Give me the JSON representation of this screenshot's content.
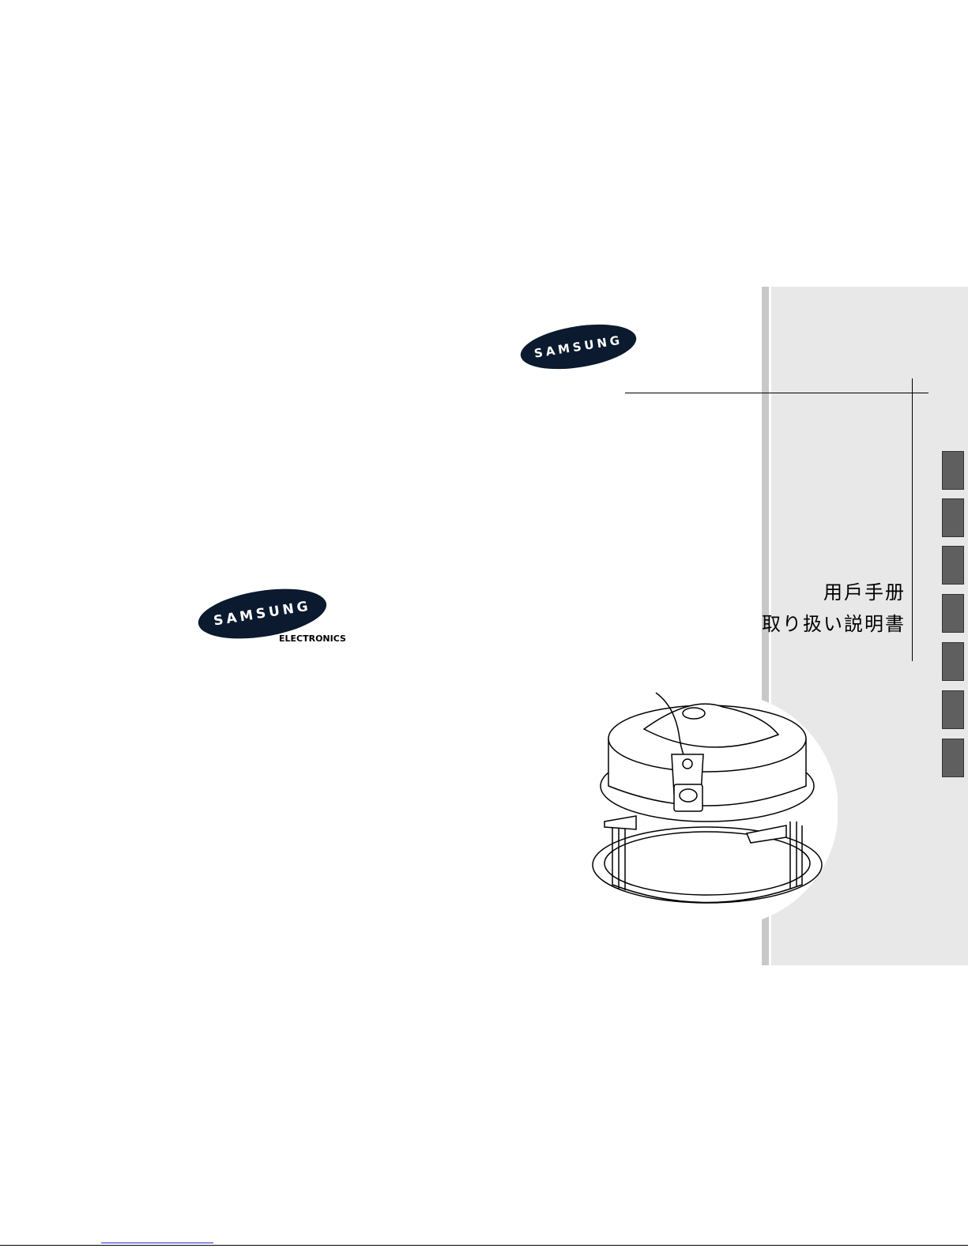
{
  "brand": {
    "logo_text": "SAMSUNG",
    "sub_text": "ELECTRONICS"
  },
  "title": {
    "line1": "用戶手册",
    "line2": "取り扱い説明書"
  },
  "tabs": [
    {
      "index": 1
    },
    {
      "index": 2
    },
    {
      "index": 3
    },
    {
      "index": 4
    },
    {
      "index": 5
    },
    {
      "index": 6
    },
    {
      "index": 7
    }
  ],
  "colors": {
    "logo": "#0b1a2e",
    "panel": "#e8e8e8",
    "tab": "#5f5f5f"
  }
}
